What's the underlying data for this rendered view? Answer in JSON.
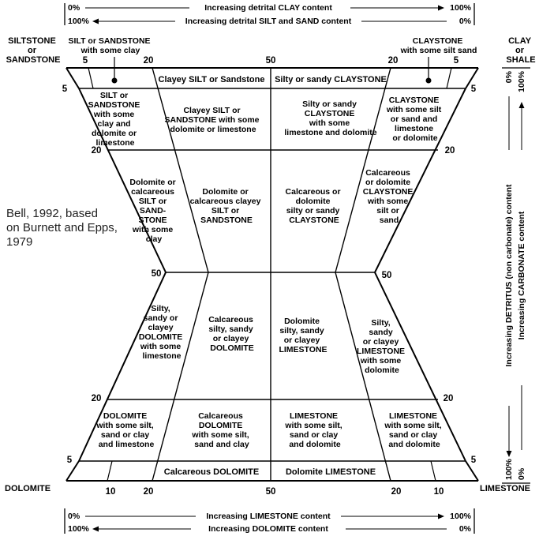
{
  "scales": {
    "top_clay": {
      "left": "0%",
      "text": "Increasing detrital CLAY content",
      "right": "100%"
    },
    "top_silt": {
      "left": "100%",
      "text": "Increasing detrital SILT and SAND content",
      "right": "0%"
    },
    "bottom_limestone": {
      "left": "0%",
      "text": "Increasing LIMESTONE content",
      "right": "100%"
    },
    "bottom_dolomite": {
      "left": "100%",
      "text": "Increasing DOLOMITE content",
      "right": "0%"
    },
    "right_detritus": {
      "top": "0%",
      "text": "Increasing DETRITUS (non carbonate) content",
      "bottom": "100%"
    },
    "right_carbonate": {
      "top": "100%",
      "text": "Increasing CARBONATE content",
      "bottom": "0%"
    }
  },
  "corners": {
    "top_left": [
      "SILTSTONE",
      "or",
      "SANDSTONE"
    ],
    "top_right": [
      "CLAY",
      "or",
      "SHALE"
    ],
    "bottom_left": "DOLOMITE",
    "bottom_right": "LIMESTONE"
  },
  "callouts": {
    "silt_some_clay": [
      "SILT or SANDSTONE",
      "with some clay"
    ],
    "claystone_some_silt": [
      "CLAYSTONE",
      "with some silt sand"
    ]
  },
  "ticks": {
    "top": {
      "l5": "5",
      "l20": "20",
      "c50": "50",
      "r20": "20",
      "r5": "5"
    },
    "bottom": {
      "l10": "10",
      "l20": "20",
      "c50": "50",
      "r20": "20",
      "r10": "10"
    },
    "left": {
      "a": "5",
      "b": "20",
      "c": "50",
      "d": "20",
      "e": "5"
    },
    "right": {
      "a": "5",
      "b": "20",
      "c": "50",
      "d": "20",
      "e": "5"
    }
  },
  "bands": {
    "top_left": "Clayey SILT or Sandstone",
    "top_right": "Silty or sandy CLAYSTONE",
    "bottom_left": "Calcareous DOLOMITE",
    "bottom_right": "Dolomite LIMESTONE"
  },
  "cells": {
    "r1c1": [
      "SILT or",
      "SANDSTONE",
      "with some",
      "clay and",
      "dolomite or",
      "limestone"
    ],
    "r1c2": [
      "Clayey SILT or",
      "SANDSTONE with some",
      "dolomite or limestone"
    ],
    "r1c3": [
      "Silty or sandy",
      "CLAYSTONE",
      "with some",
      "limestone and dolomite"
    ],
    "r1c4": [
      "CLAYSTONE",
      "with some silt",
      "or sand and",
      "limestone",
      "or dolomite"
    ],
    "r2c1": [
      "Dolomite or",
      "calcareous",
      "SILT or",
      "SAND-",
      "STONE",
      "with some",
      "clay"
    ],
    "r2c2": [
      "Dolomite or",
      "calcareous clayey",
      "SILT or",
      "SANDSTONE"
    ],
    "r2c3": [
      "Calcareous or",
      "dolomite",
      "silty or sandy",
      "CLAYSTONE"
    ],
    "r2c4": [
      "Calcareous",
      "or dolomite",
      "CLAYSTONE",
      "with some",
      "silt or",
      "sand"
    ],
    "r3c1": [
      "Silty,",
      "sandy or",
      "clayey",
      "DOLOMITE",
      "with some",
      "limestone"
    ],
    "r3c2": [
      "Calcareous",
      "silty, sandy",
      "or clayey",
      "DOLOMITE"
    ],
    "r3c3": [
      "Dolomite",
      "silty, sandy",
      "or clayey",
      "LIMESTONE"
    ],
    "r3c4": [
      "Silty,",
      "sandy",
      "or clayey",
      "LIMESTONE",
      "with some",
      "dolomite"
    ],
    "r4c1": [
      "DOLOMITE",
      "with some silt,",
      "sand or clay",
      "and limestone"
    ],
    "r4c2": [
      "Calcareous",
      "DOLOMITE",
      "with some silt,",
      "sand and clay"
    ],
    "r4c3": [
      "LIMESTONE",
      "with some silt,",
      "sand or clay",
      "and dolomite"
    ],
    "r4c4": [
      "LIMESTONE",
      "with some silt,",
      "sand or clay",
      "and dolomite"
    ]
  },
  "caption": [
    "Bell, 1992, based",
    "on Burnett and Epps,",
    "1979"
  ]
}
